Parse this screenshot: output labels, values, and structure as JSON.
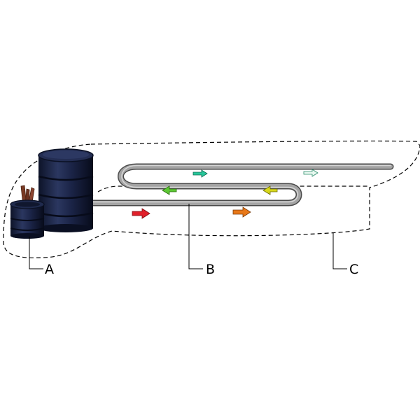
{
  "labels": {
    "a": "A",
    "b": "B",
    "c": "C"
  },
  "colors": {
    "drum": "#1a2341",
    "drum_band": "#0b1124",
    "pipe": "#9a9a9a",
    "pipe_dark": "#555555",
    "dashed_outline": "#000000",
    "sticks": "#7a3a24"
  },
  "arrows": [
    {
      "name": "arrow-red",
      "color": "#e0202a",
      "direction": "right"
    },
    {
      "name": "arrow-orange",
      "color": "#e87818",
      "direction": "right"
    },
    {
      "name": "arrow-yellow",
      "color": "#d8d81a",
      "direction": "left"
    },
    {
      "name": "arrow-light-green",
      "color": "#5cc833",
      "direction": "left"
    },
    {
      "name": "arrow-teal",
      "color": "#27c69a",
      "direction": "right"
    },
    {
      "name": "arrow-pale",
      "color": "#e8f8f0",
      "direction": "right"
    }
  ]
}
